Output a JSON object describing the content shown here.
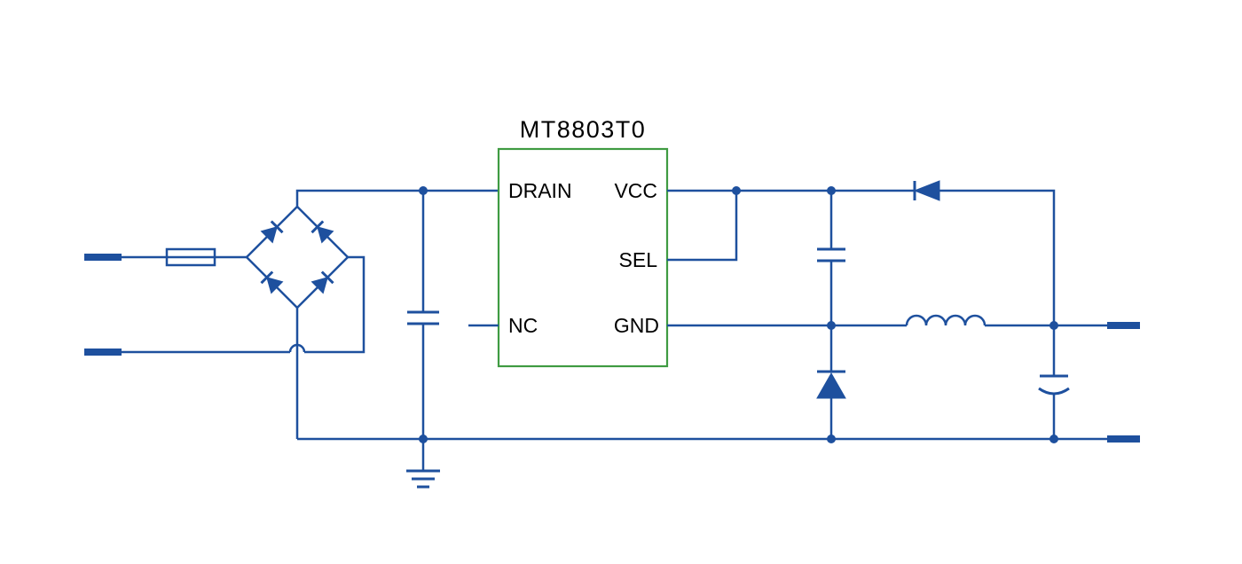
{
  "diagram": {
    "type": "circuit-schematic",
    "ic": {
      "title": "MT8803T0",
      "pins": {
        "drain": "DRAIN",
        "nc": "NC",
        "vcc": "VCC",
        "sel": "SEL",
        "gnd": "GND"
      }
    },
    "components": [
      {
        "id": "ac-input-terminal-top",
        "symbol": "terminal"
      },
      {
        "id": "ac-input-terminal-bottom",
        "symbol": "terminal"
      },
      {
        "id": "fuse",
        "symbol": "fuse"
      },
      {
        "id": "bridge-rectifier",
        "symbol": "diode-bridge",
        "diodes": 4
      },
      {
        "id": "bulk-capacitor",
        "symbol": "capacitor"
      },
      {
        "id": "controller-ic",
        "symbol": "ic",
        "label": "MT8803T0"
      },
      {
        "id": "vcc-capacitor",
        "symbol": "capacitor"
      },
      {
        "id": "blocking-diode",
        "symbol": "diode"
      },
      {
        "id": "freewheel-diode",
        "symbol": "diode"
      },
      {
        "id": "output-inductor",
        "symbol": "inductor",
        "turns": 4
      },
      {
        "id": "output-capacitor",
        "symbol": "polarized-capacitor"
      },
      {
        "id": "earth-ground",
        "symbol": "ground"
      },
      {
        "id": "output-terminal-top",
        "symbol": "terminal"
      },
      {
        "id": "output-terminal-bottom",
        "symbol": "terminal"
      }
    ],
    "colors": {
      "wire": "#1e509e",
      "ic_border": "#3f9b42",
      "label": "#000000",
      "background": "#ffffff"
    }
  }
}
